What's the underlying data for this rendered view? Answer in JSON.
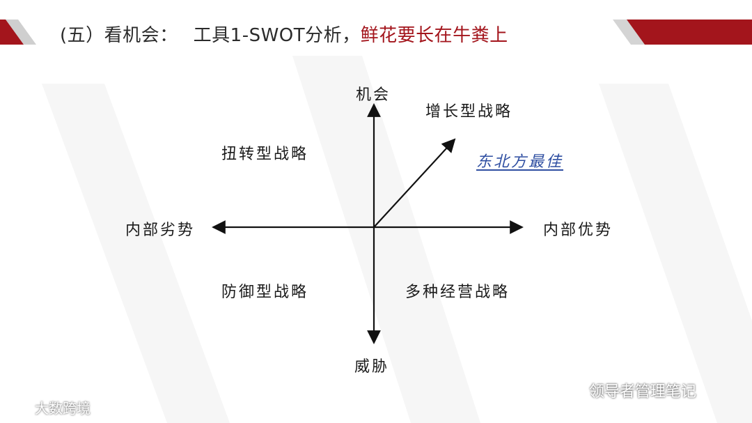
{
  "title": {
    "prefix": "(五）看机会：",
    "tool": "工具1-SWOT分析，",
    "highlight": "鲜花要长在牛粪上"
  },
  "diagram": {
    "axis_top": "机会",
    "axis_bottom": "威胁",
    "axis_left": "内部劣势",
    "axis_right": "内部优势",
    "quadrant_top_left": "扭转型战略",
    "quadrant_top_right": "增长型战略",
    "quadrant_bottom_left": "防御型战略",
    "quadrant_bottom_right": "多种经营战略",
    "arrow_note": "东北方最佳"
  },
  "watermarks": {
    "left": "大数跨境",
    "right": "领导者管理笔记"
  },
  "colors": {
    "accent_red": "#a3151c",
    "stripe_gray": "#cfcfcf",
    "highlight_blue": "#2e4ea1"
  },
  "icons": {
    "left_watermark_icon": "weibo-logo-icon",
    "right_watermark_icon": "wechat-logo-icon"
  }
}
